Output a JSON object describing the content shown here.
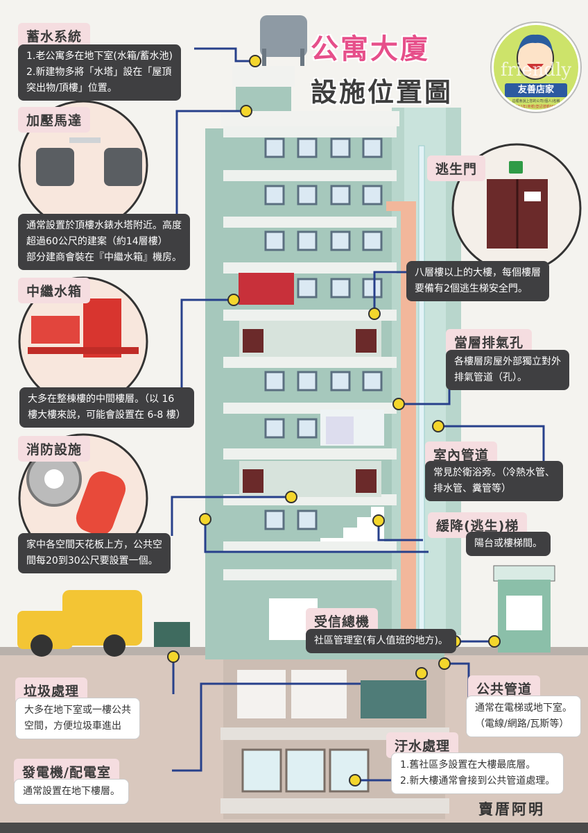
{
  "title": {
    "line1": "公寓大廈",
    "line2": "設施位置圖"
  },
  "badge": {
    "script": "friendly",
    "name": "友善店家",
    "small1": "這裡會說上您的公司(個人)名稱",
    "small2": "111年(商號)登記證號000"
  },
  "signature": "賣厝阿明",
  "labels": {
    "water": {
      "title": "蓄水系統",
      "lines": [
        "1.老公寓多在地下室(水箱/蓄水池)",
        "2.新建物多將「水塔」設在「屋頂",
        "突出物/頂樓」位置。"
      ]
    },
    "pump": {
      "title": "加壓馬達",
      "lines": [
        "通常設置於頂樓水錶水塔附近。高度",
        "超過60公尺的建案（約14層樓）",
        "部分建商會裝在『中繼水箱』機房。"
      ]
    },
    "relay": {
      "title": "中繼水箱",
      "lines": [
        "大多在整棟樓的中間樓層。（以 16",
        "樓大樓來說，可能會設置在 6-8 樓）"
      ]
    },
    "fire": {
      "title": "消防設施",
      "lines": [
        "家中各空間天花板上方，公共空",
        "間每20到30公尺要設置一個。"
      ]
    },
    "exit": {
      "title": "逃生門",
      "lines": [
        "八層樓以上的大樓，每個樓層",
        "要備有2個逃生梯安全門。"
      ]
    },
    "vent": {
      "title": "當層排氣孔",
      "lines": [
        "各樓層房屋外部獨立對外",
        "排氣管道（孔）。"
      ]
    },
    "pipe": {
      "title": "室內管道",
      "lines": [
        "常見於衛浴旁。（冷熱水管、",
        "排水管、糞管等）"
      ]
    },
    "slide": {
      "title": "緩降(逃生)梯",
      "lines": [
        "陽台或樓梯間。"
      ]
    },
    "receiver": {
      "title": "受信總機",
      "lines": [
        "社區管理室(有人值班的地方)。"
      ]
    },
    "garbage": {
      "title": "垃圾處理",
      "lines": [
        "大多在地下室或一樓公共",
        "空間，方便垃圾車進出"
      ]
    },
    "public": {
      "title": "公共管道",
      "lines": [
        "通常在電梯或地下室。",
        "（電線/網路/瓦斯等）"
      ]
    },
    "sewage": {
      "title": "汙水處理",
      "lines": [
        "1.舊社區多設置在大樓最底層。",
        "2.新大樓通常會接到公共管道處理。"
      ]
    },
    "gen": {
      "title": "發電機/配電室",
      "lines": [
        "通常設置在地下樓層。"
      ]
    }
  },
  "colors": {
    "building": "#a7c9bd",
    "floor": "#eef1ee",
    "ground": "#d8c6bc",
    "label_bg": "#f5dde0",
    "box_bg": "#3f3f41",
    "line": "#27408b",
    "dot": "#f4d62c",
    "pipe": "#f2b79b"
  }
}
